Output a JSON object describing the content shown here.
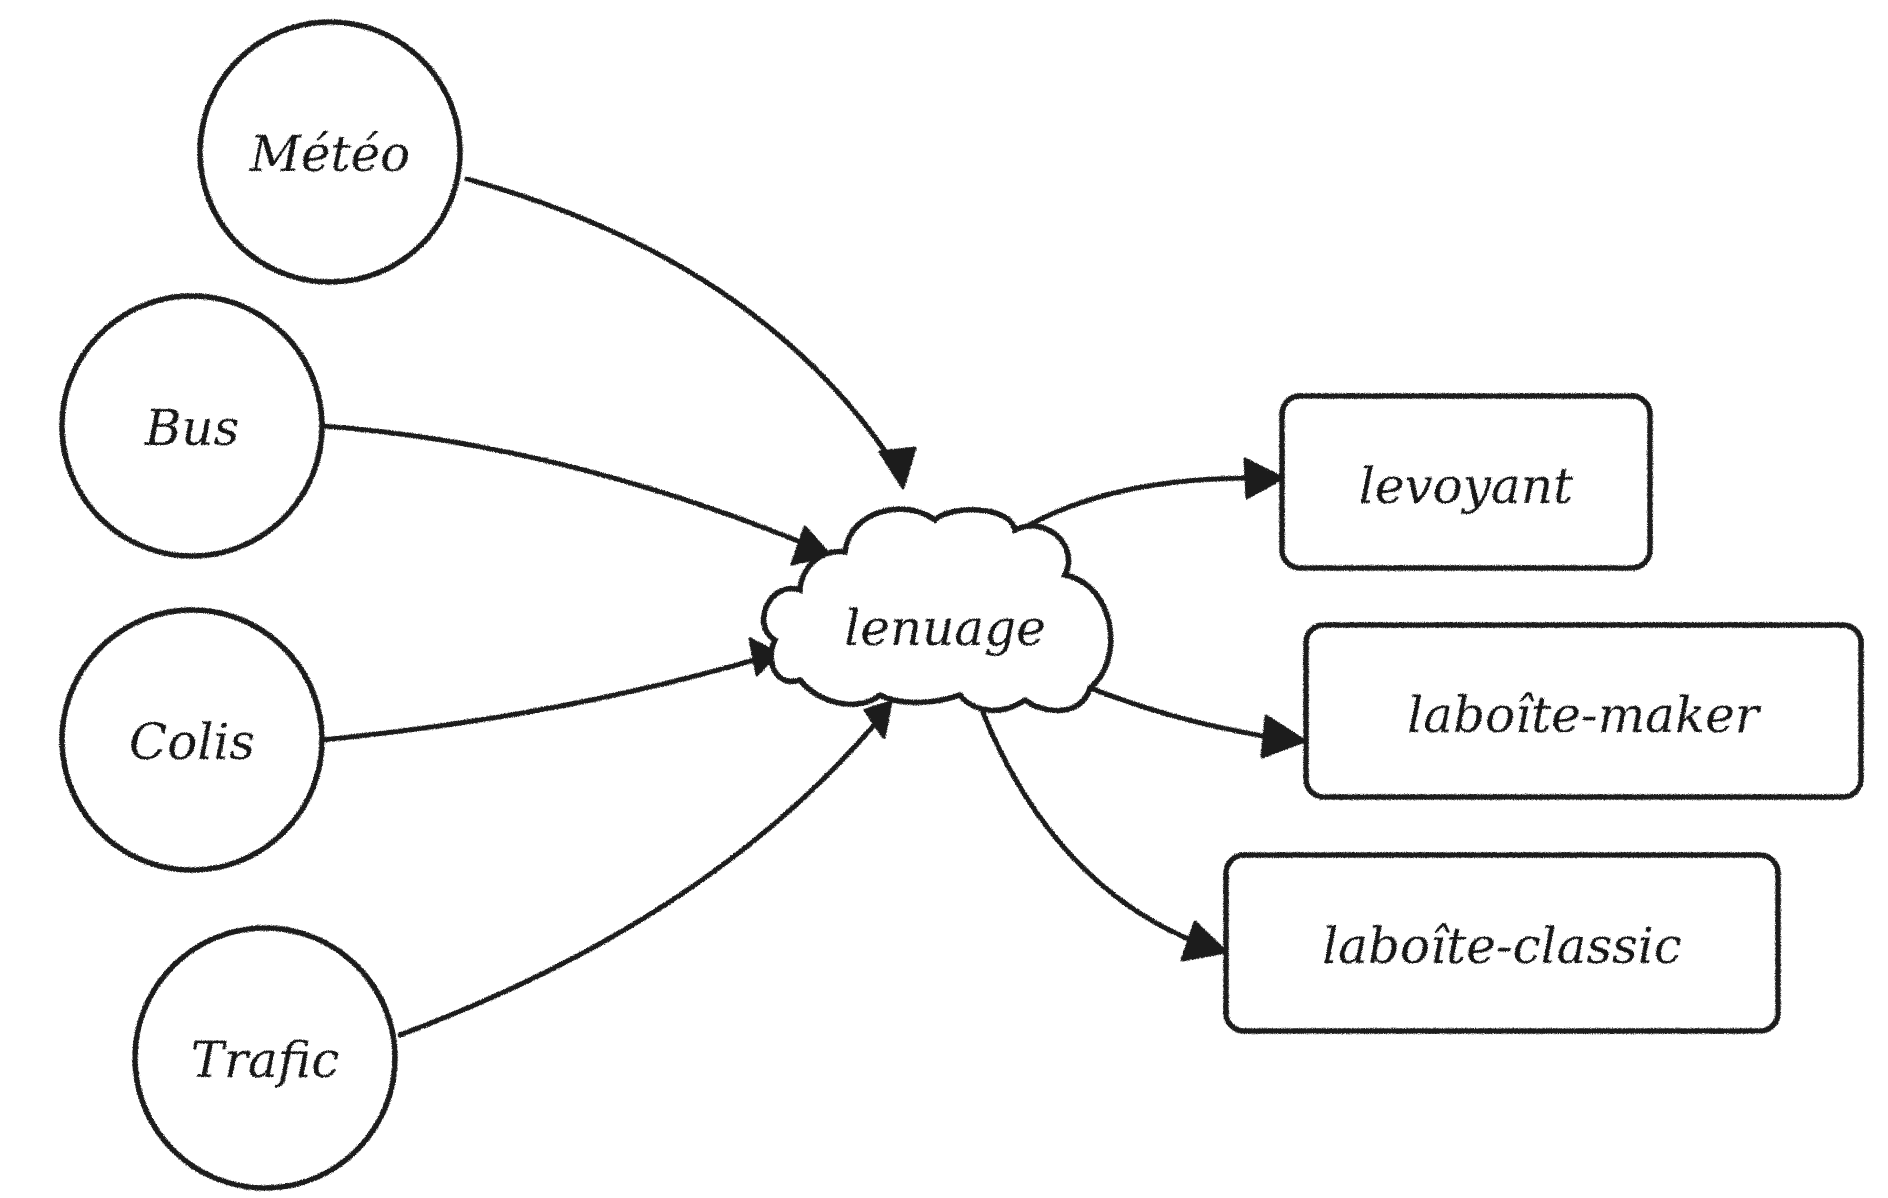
{
  "diagram": {
    "sources": [
      {
        "id": "meteo",
        "label": "Météo",
        "icon": "circle"
      },
      {
        "id": "bus",
        "label": "Bus",
        "icon": "circle"
      },
      {
        "id": "colis",
        "label": "Colis",
        "icon": "circle"
      },
      {
        "id": "trafic",
        "label": "Trafic",
        "icon": "circle"
      }
    ],
    "hub": {
      "id": "lenuage",
      "label": "lenuage",
      "icon": "cloud"
    },
    "targets": [
      {
        "id": "levoyant",
        "label": "levoyant",
        "icon": "rounded-rectangle"
      },
      {
        "id": "laboite-maker",
        "label": "laboîte-maker",
        "icon": "rounded-rectangle"
      },
      {
        "id": "laboite-classic",
        "label": "laboîte-classic",
        "icon": "rounded-rectangle"
      }
    ],
    "edges": [
      {
        "from": "meteo",
        "to": "lenuage"
      },
      {
        "from": "bus",
        "to": "lenuage"
      },
      {
        "from": "colis",
        "to": "lenuage"
      },
      {
        "from": "trafic",
        "to": "lenuage"
      },
      {
        "from": "lenuage",
        "to": "levoyant"
      },
      {
        "from": "lenuage",
        "to": "laboite-maker"
      },
      {
        "from": "lenuage",
        "to": "laboite-classic"
      }
    ],
    "colors": {
      "stroke": "#1f1f1f",
      "text": "#161616",
      "background": "#ffffff"
    }
  }
}
